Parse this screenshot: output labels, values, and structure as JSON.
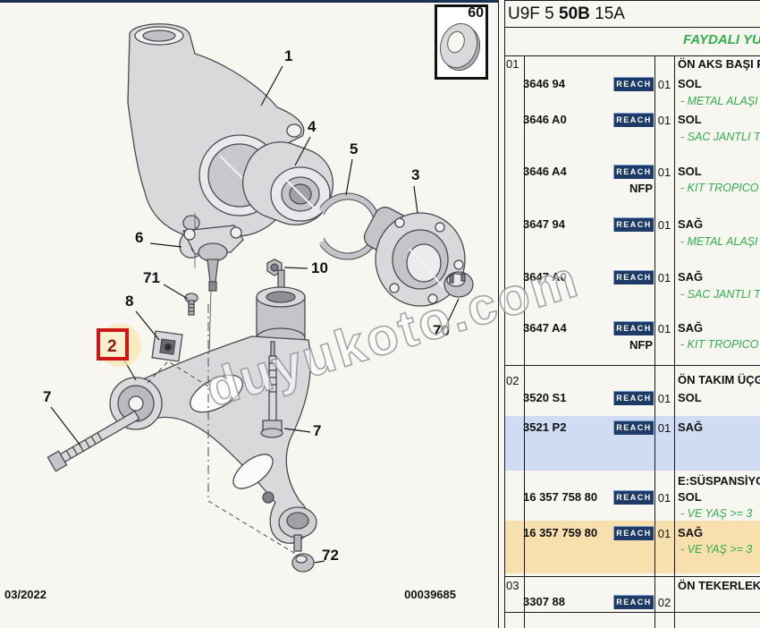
{
  "watermark": "duyukoto.com",
  "footer": {
    "date": "03/2022",
    "doc_number": "00039685"
  },
  "header": {
    "code_left": "U9F 5",
    "code_bold": "50B",
    "code_right": "15A",
    "note": "FAYDALI YU"
  },
  "inset": {
    "label": "60"
  },
  "diagram": {
    "callouts": {
      "n1": "1",
      "n2": "2",
      "n3": "3",
      "n4": "4",
      "n5": "5",
      "n6": "6",
      "n7a": "7",
      "n7b": "7",
      "n8": "8",
      "n10": "10",
      "n70": "70",
      "n71": "71",
      "n72": "72"
    }
  },
  "table": {
    "groups": [
      {
        "no": "01",
        "title": "ÖN AKS BAŞI P"
      },
      {
        "no": "02",
        "title": "ÖN TAKIM ÜÇG"
      },
      {
        "no": "03",
        "title": "ÖN TEKERLEK"
      }
    ],
    "subheader": "E:SÜSPANSİYO",
    "rows": [
      {
        "part": "3646 94",
        "reach": "REACH",
        "qty": "01",
        "desc": "SOL",
        "sub": "- METAL ALAŞI"
      },
      {
        "part": "3646 A0",
        "reach": "REACH",
        "qty": "01",
        "desc": "SOL",
        "sub": "- SAC JANTLI T"
      },
      {
        "part": "3646 A4",
        "reach": "REACH",
        "nfp": "NFP",
        "qty": "01",
        "desc": "SOL",
        "sub": "- KIT TROPICO"
      },
      {
        "part": "3647 94",
        "reach": "REACH",
        "qty": "01",
        "desc": "SAĞ",
        "sub": "- METAL ALAŞI"
      },
      {
        "part": "3647 A0",
        "reach": "REACH",
        "qty": "01",
        "desc": "SAĞ",
        "sub": "- SAC JANTLI T"
      },
      {
        "part": "3647 A4",
        "reach": "REACH",
        "nfp": "NFP",
        "qty": "01",
        "desc": "SAĞ",
        "sub": "- KIT TROPICO"
      },
      {
        "part": "3520 S1",
        "reach": "REACH",
        "qty": "01",
        "desc": "SOL"
      },
      {
        "part": "3521 P2",
        "reach": "REACH",
        "qty": "01",
        "desc": "SAĞ"
      },
      {
        "part": "16 357 758 80",
        "reach": "REACH",
        "qty": "01",
        "desc": "SOL",
        "sub": "- VE YAŞ >= 3"
      },
      {
        "part": "16 357 759 80",
        "reach": "REACH",
        "qty": "01",
        "desc": "SAĞ",
        "sub": "- VE YAŞ >= 3"
      },
      {
        "part": "3307 88",
        "reach": "REACH",
        "qty": "02"
      }
    ],
    "colors": {
      "highlight_blue": "#cfdcf3",
      "highlight_orange": "#f8dfae",
      "reach_badge": "#1e3a66",
      "green_text": "#2fae4a",
      "callout_box_red": "#cf1616"
    }
  }
}
